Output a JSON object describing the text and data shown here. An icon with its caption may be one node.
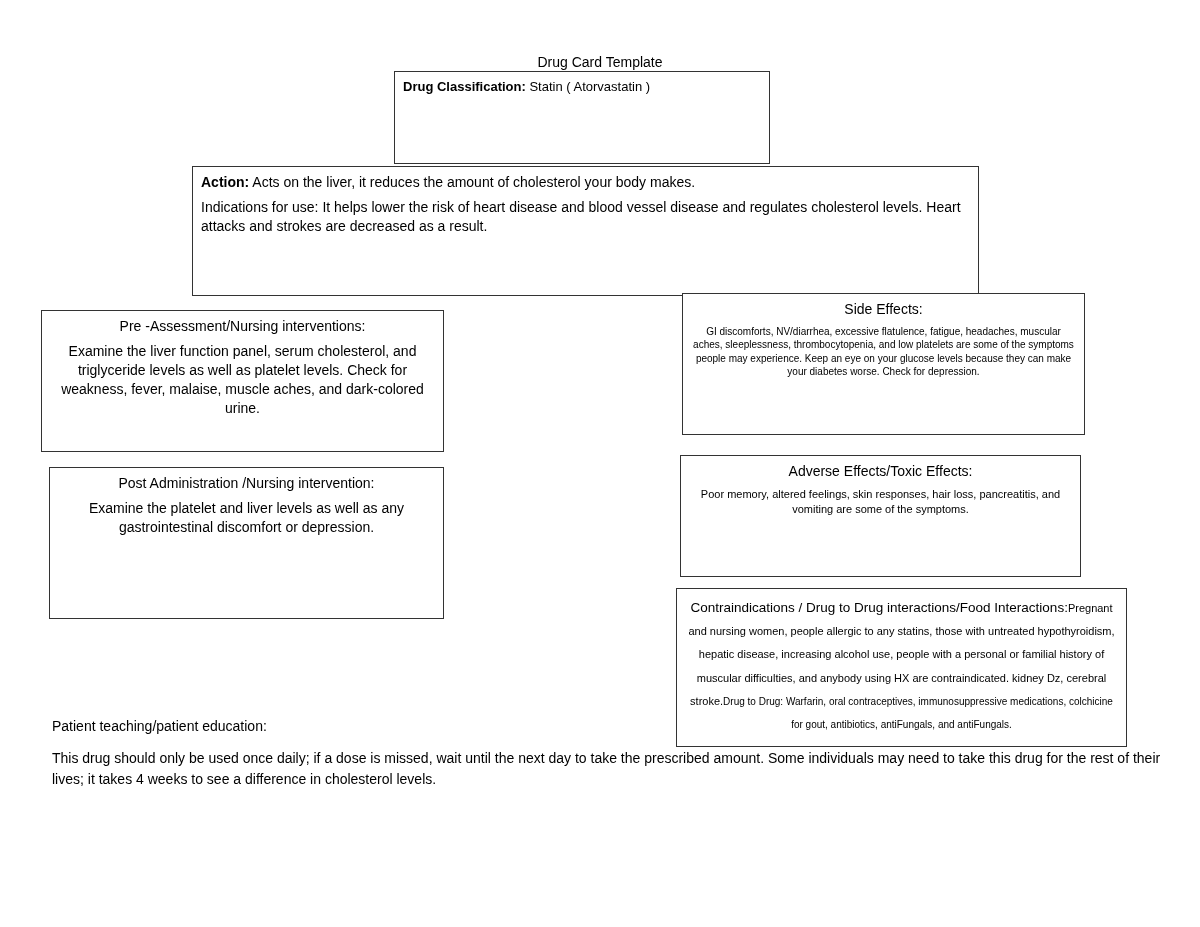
{
  "diagram": {
    "title": "Drug Card Template",
    "nodes": [
      {
        "text": [
          "**Drug Classification:** Statin ( Atorvastatin )"
        ]
      },
      {
        "text": [
          "**Action:**  Acts on the liver, it reduces the amount of cholesterol your body makes.",
          "Indications for use:  It helps lower the risk of heart disease and blood vessel disease and regulates cholesterol levels. Heart attacks and strokes are decreased as a result."
        ]
      },
      {
        "text": [
          "Side Effects:",
          "GI discomforts, NV/diarrhea, excessive flatulence, fatigue, headaches, muscular aches, sleeplessness, thrombocytopenia, and low platelets are some of the symptoms people may experience. Keep an eye on your glucose levels because they can make your diabetes worse. Check for depression."
        ]
      },
      {
        "text": [
          "Pre -Assessment/Nursing interventions:",
          "Examine the liver function panel, serum cholesterol, and triglyceride levels as well as platelet levels. Check for weakness, fever, malaise, muscle aches, and dark-colored urine."
        ]
      },
      {
        "text": [
          "Adverse Effects/Toxic Effects:",
          "Poor memory, altered feelings, skin responses, hair loss, pancreatitis, and vomiting are some of the symptoms."
        ]
      },
      {
        "text": [
          "Post Administration /Nursing intervention:",
          "Examine the platelet and liver levels as well as any gastrointestinal discomfort or depression."
        ]
      },
      {
        "text": [
          "Contraindications / Drug to Drug interactions/Food Interactions:",
          "Pregnant and nursing women, people allergic to any statins, those with untreated hypothyroidism, hepatic disease, increasing alcohol use, people with a personal or familial history of muscular difficulties, and anybody using HX are contraindicated. kidney Dz, cerebral stroke.",
          "Drug to Drug: Warfarin, oral contraceptives, immunosuppressive medications, colchicine for gout, antibiotics, antiFungals, and antiFungals."
        ]
      }
    ],
    "labels": [
      "Patient teaching/patient education:",
      "This drug should only be used once daily; if a dose is missed, wait until the next day to take the prescribed amount. Some individuals may need to take this drug for the rest of their lives; it takes 4 weeks to see a difference in cholesterol levels."
    ]
  }
}
